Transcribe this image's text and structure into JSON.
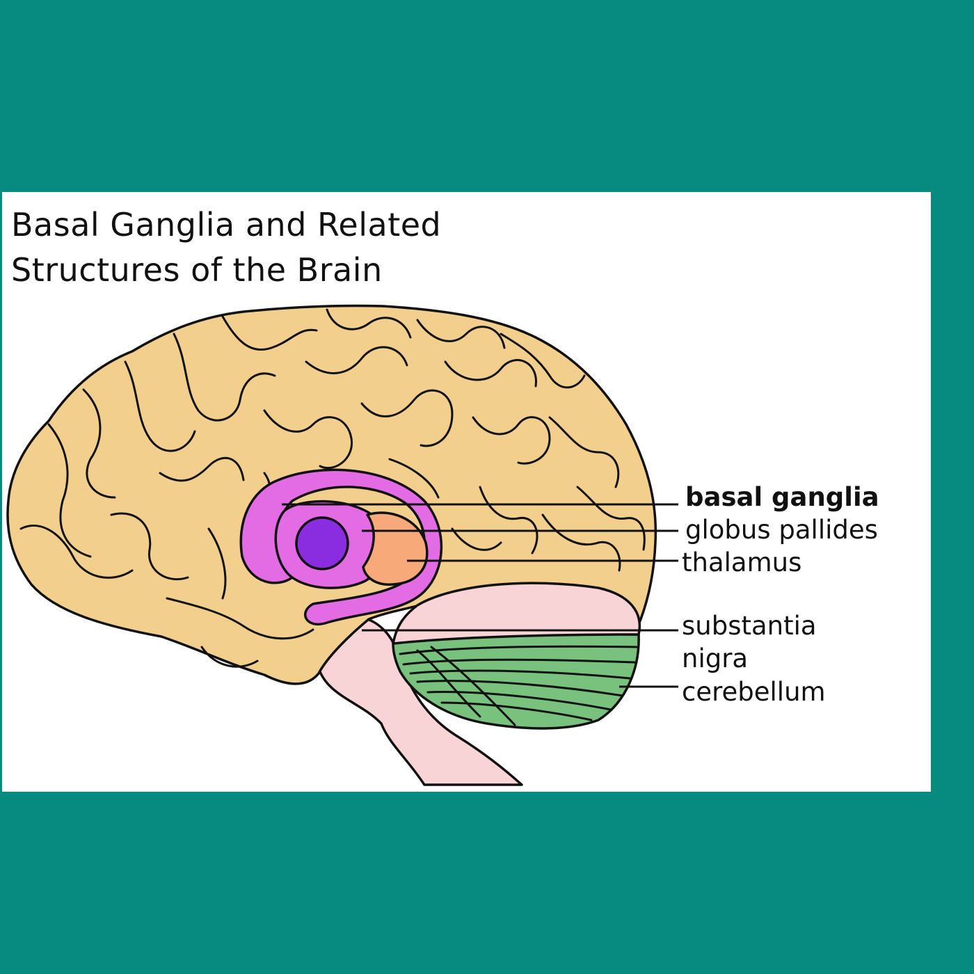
{
  "title": {
    "line1": "Basal Ganglia and Related",
    "line2": "Structures of the Brain"
  },
  "labels": {
    "basal_ganglia": "basal ganglia",
    "globus_pallides": "globus pallides",
    "thalamus": "thalamus",
    "substantia": "substantia",
    "nigra": "nigra",
    "cerebellum": "cerebellum"
  },
  "colors": {
    "background": "#078a80",
    "panel": "#ffffff",
    "cortex": "#f3cf8e",
    "basal_ganglia": "#e36be3",
    "globus_pallides_core": "#8a2ce0",
    "thalamus": "#f8a97a",
    "brainstem": "#f9d4d6",
    "cerebellum": "#78c27e"
  }
}
